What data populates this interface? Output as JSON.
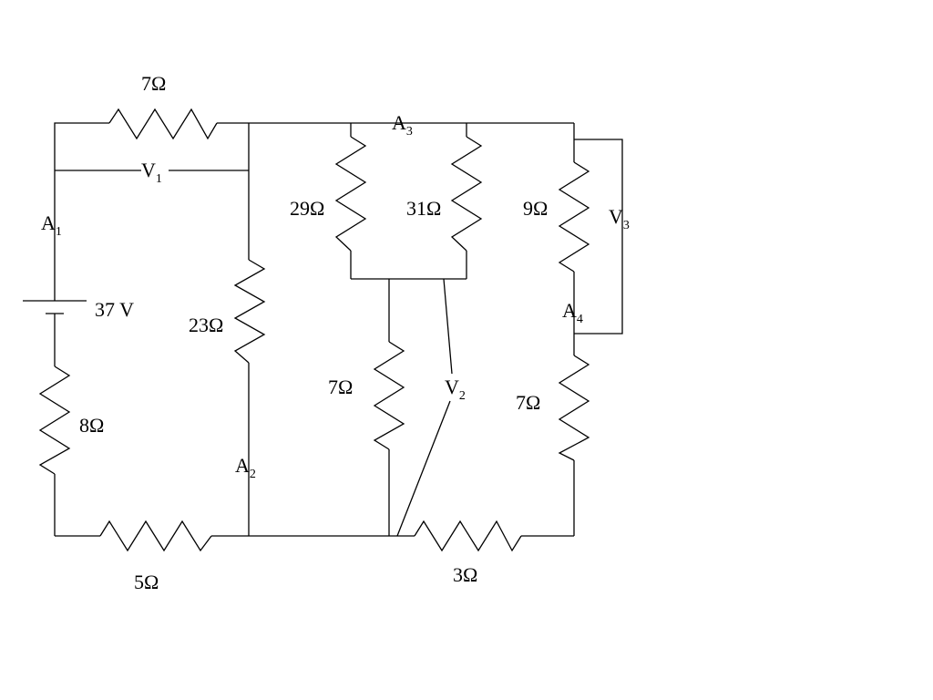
{
  "resistors": {
    "r_top_7": "7Ω",
    "r_23": "23Ω",
    "r_29": "29Ω",
    "r_31": "31Ω",
    "r_9": "9Ω",
    "r_mid_7": "7Ω",
    "r_right_7": "7Ω",
    "r_8": "8Ω",
    "r_5": "5Ω",
    "r_3": "3Ω"
  },
  "source": {
    "voltage": "37 V"
  },
  "ammeters": {
    "a1": {
      "letter": "A",
      "index": "1"
    },
    "a2": {
      "letter": "A",
      "index": "2"
    },
    "a3": {
      "letter": "A",
      "index": "3"
    },
    "a4": {
      "letter": "A",
      "index": "4"
    }
  },
  "voltmeters": {
    "v1": {
      "letter": "V",
      "index": "1"
    },
    "v2": {
      "letter": "V",
      "index": "2"
    },
    "v3": {
      "letter": "V",
      "index": "3"
    }
  }
}
